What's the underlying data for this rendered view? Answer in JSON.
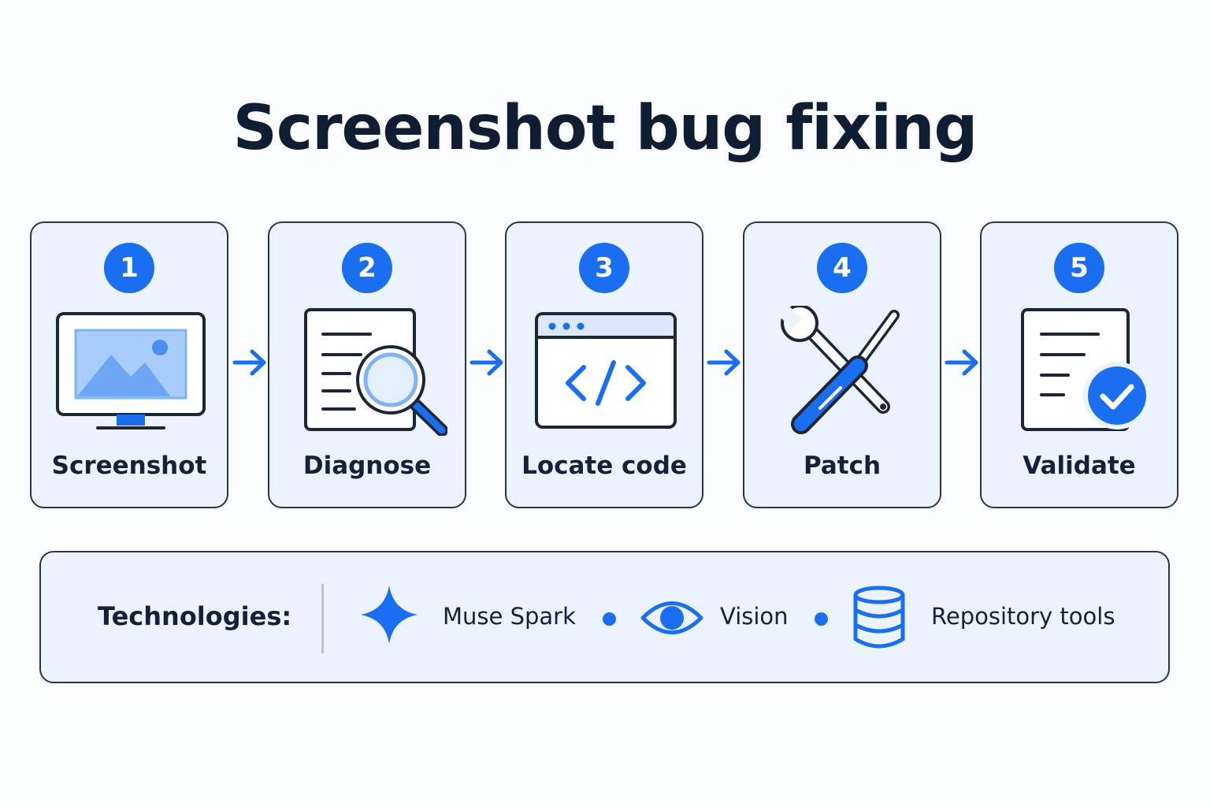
{
  "title": "Screenshot bug fixing",
  "accent_color": "#1a6ff0",
  "steps": [
    {
      "number": "1",
      "label": "Screenshot",
      "icon": "monitor-image-icon"
    },
    {
      "number": "2",
      "label": "Diagnose",
      "icon": "document-magnifier-icon"
    },
    {
      "number": "3",
      "label": "Locate code",
      "icon": "code-window-icon"
    },
    {
      "number": "4",
      "label": "Patch",
      "icon": "wrench-screwdriver-icon"
    },
    {
      "number": "5",
      "label": "Validate",
      "icon": "document-check-icon"
    }
  ],
  "technologies": {
    "heading": "Technologies:",
    "items": [
      {
        "label": "Muse Spark",
        "icon": "sparkle-icon"
      },
      {
        "label": "Vision",
        "icon": "eye-icon"
      },
      {
        "label": "Repository tools",
        "icon": "database-icon"
      }
    ]
  }
}
